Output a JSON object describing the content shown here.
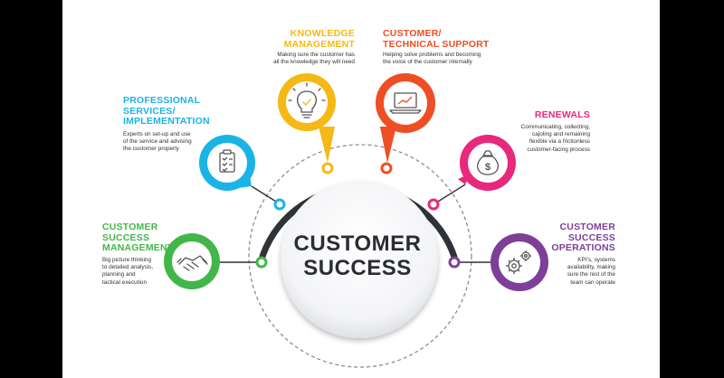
{
  "center": {
    "line1": "CUSTOMER",
    "line2": "SUCCESS"
  },
  "nodes": {
    "csm": {
      "title": [
        "CUSTOMER",
        "SUCCESS",
        "MANAGEMENT"
      ],
      "desc": [
        "Big picture thinking",
        "to detailed analysis,",
        "planning and",
        "tactical execution"
      ],
      "color": "#43b649",
      "icon": "handshake-icon"
    },
    "ps": {
      "title": [
        "PROFESSIONAL",
        "SERVICES/",
        "IMPLEMENTATION"
      ],
      "desc": [
        "Experts on set-up and use",
        "of the service and advising",
        "the customer properly"
      ],
      "color": "#1ab3e6",
      "icon": "clipboard-checklist-icon"
    },
    "km": {
      "title": [
        "KNOWLEDGE",
        "MANAGEMENT"
      ],
      "desc": [
        "Making sure the customer has",
        "all the knowledge they will need"
      ],
      "color": "#f5b915",
      "icon": "lightbulb-icon"
    },
    "support": {
      "title": [
        "CUSTOMER/",
        "TECHNICAL SUPPORT"
      ],
      "desc": [
        "Helping solve problems and becoming",
        "the voice of the customer internally"
      ],
      "color": "#ef4d23",
      "icon": "laptop-chart-icon"
    },
    "renewals": {
      "title": [
        "RENEWALS"
      ],
      "desc": [
        "Communicating, collecting,",
        "cajoling and remaining",
        "flexible via a frictionless",
        "customer-facing process"
      ],
      "color": "#e8287a",
      "icon": "money-bag-icon"
    },
    "ops": {
      "title": [
        "CUSTOMER",
        "SUCCESS",
        "OPERATIONS"
      ],
      "desc": [
        "KPI's, systems",
        "availability, making",
        "sure the rest of the",
        "team can operate"
      ],
      "color": "#7d3f98",
      "icon": "gears-icon"
    }
  }
}
